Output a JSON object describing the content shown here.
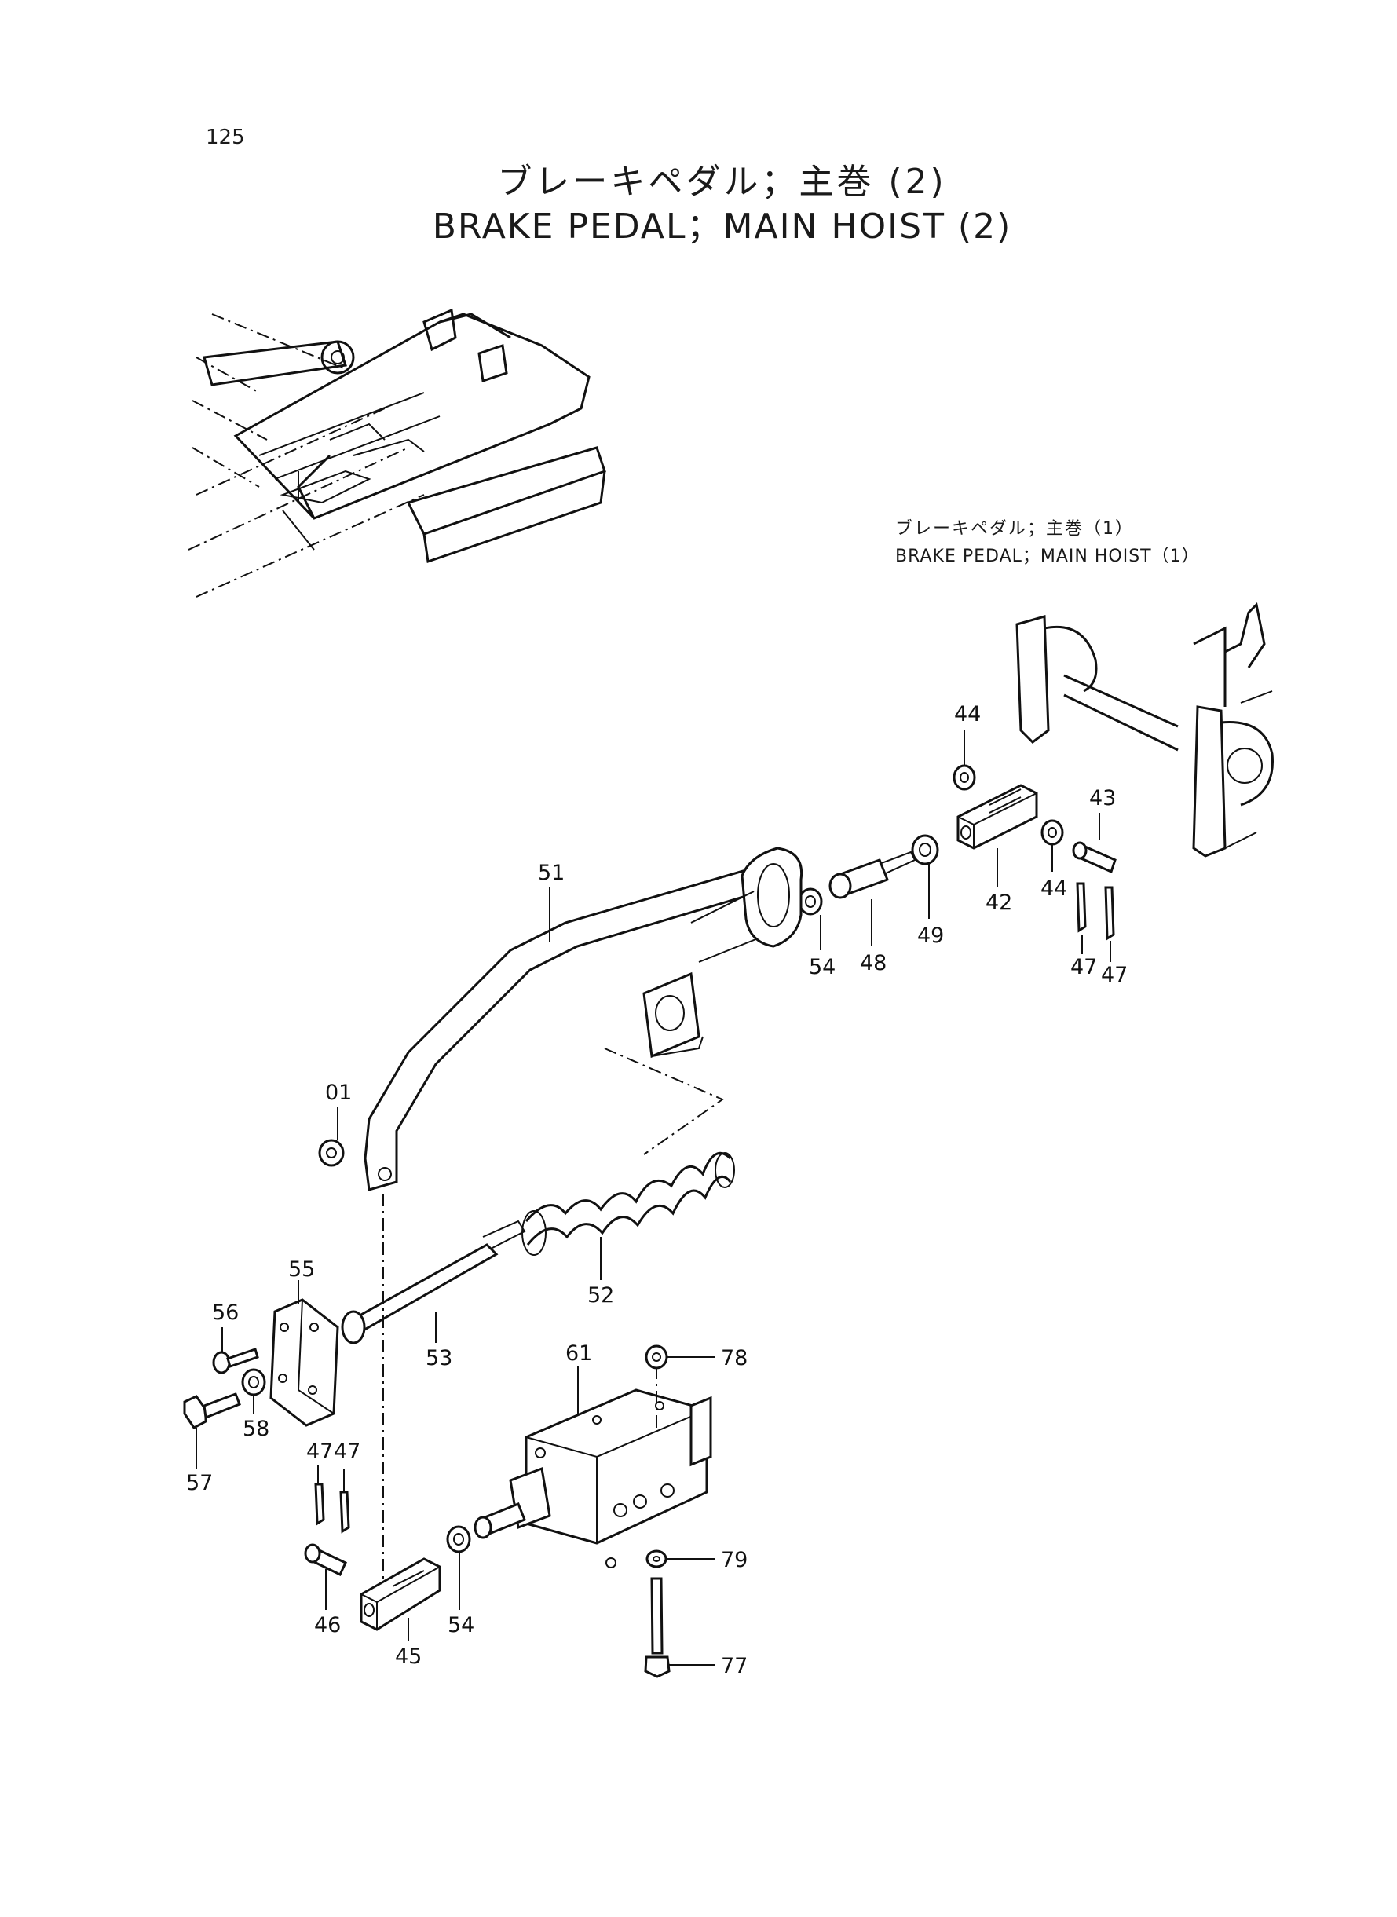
{
  "page_number": "125",
  "title_jp": "ブレーキペダル；主巻 (2)",
  "title_en": "BRAKE PEDAL；MAIN HOIST (2)",
  "reference": {
    "jp": "ブレーキペダル；主巻（1）",
    "en": "BRAKE PEDAL；MAIN HOIST（1）"
  },
  "parts": {
    "p01": "01",
    "p42": "42",
    "p43": "43",
    "p44a": "44",
    "p44b": "44",
    "p45": "45",
    "p46": "46",
    "p47a": "47",
    "p47b": "47",
    "p47c": "47",
    "p47d": "47",
    "p48": "48",
    "p49": "49",
    "p51": "51",
    "p52": "52",
    "p53": "53",
    "p54a": "54",
    "p54b": "54",
    "p55": "55",
    "p56": "56",
    "p57": "57",
    "p58": "58",
    "p61": "61",
    "p77": "77",
    "p78": "78",
    "p79": "79"
  }
}
